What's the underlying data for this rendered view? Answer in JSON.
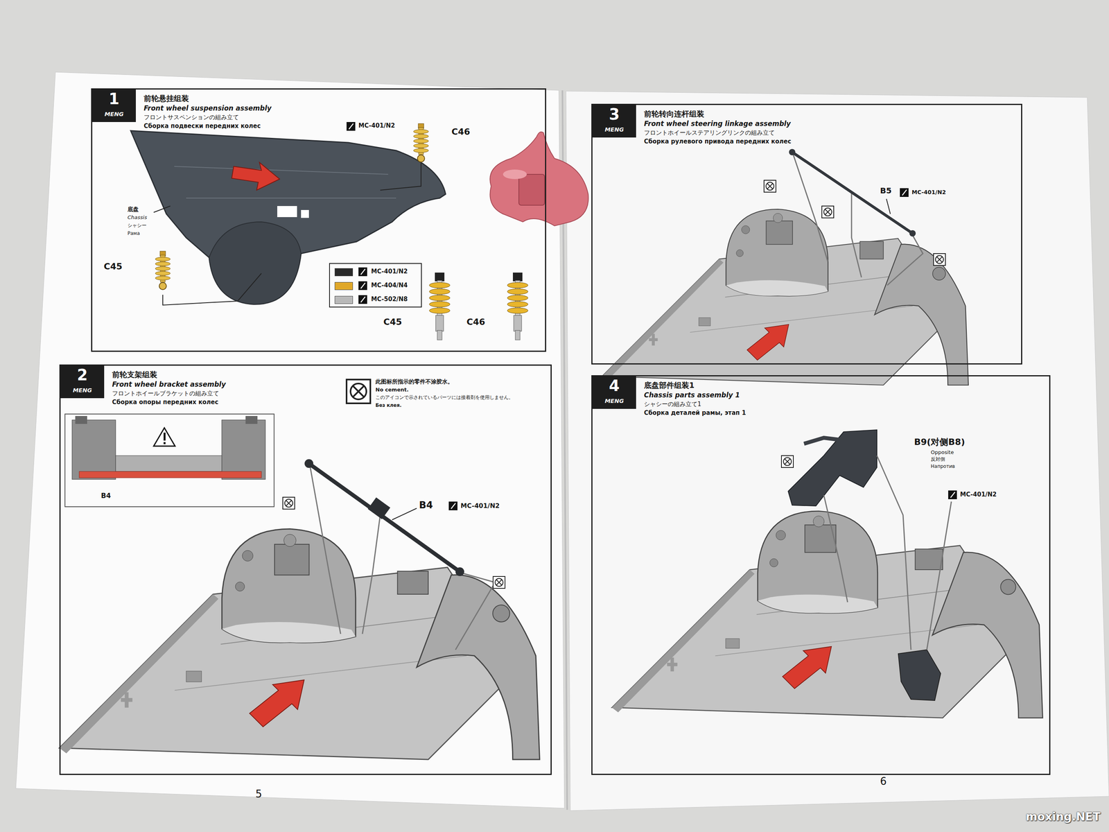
{
  "diagram": {
    "nodes": [
      {
        "text": [
          "前轮悬挂组装",
          "Front wheel suspension assembly",
          "フロントサスペンションの組み立て",
          "Сборка подвески передних колес"
        ]
      },
      {
        "text": [
          "1",
          "MENG"
        ],
        "in": 0
      },
      {
        "text": [
          "前轮支架组装",
          "Front wheel bracket assembly",
          "フロントホイールブラケットの組み立て",
          "Сборка опоры передних колес"
        ]
      },
      {
        "text": [
          "2",
          "MENG"
        ],
        "in": 2
      },
      {
        "text": [
          "B4"
        ],
        "in": 2
      },
      {
        "text": [
          "前轮转向连杆组装",
          "Front wheel steering linkage assembly",
          "フロントホイールステアリングリンクの組み立て",
          "Сборка рулевого привода передних колес"
        ]
      },
      {
        "text": [
          "3",
          "MENG"
        ],
        "in": 5
      },
      {
        "text": [
          "底盘部件组装1",
          "Chassis parts assembly 1",
          "シャシーの組み立て1",
          "Сборка деталей рамы, этап 1"
        ]
      },
      {
        "text": [
          "4",
          "MENG"
        ],
        "in": 7
      }
    ],
    "labels": [
      "MC-401/N2",
      "C46",
      "C45",
      "底盘",
      "Chassis",
      "シャシー",
      "Рама",
      "C45",
      "C46",
      "B4",
      "MC-401/N2",
      "此图标所指示的零件不涂胶水。",
      "No cement.",
      "このアイコンで示されているパーツには接着剤を使用しません。",
      "Без клея.",
      "B5",
      "MC-401/N2",
      "B9(对侧B8)",
      "Opposite",
      "反対側",
      "Напротив",
      "MC-401/N2",
      "5",
      "6",
      "moxing.NET"
    ],
    "legend": [
      {
        "text": "MC-401/N2",
        "color": "#2a2a2a"
      },
      {
        "text": "MC-404/N4",
        "color": "#e0a82a"
      },
      {
        "text": "MC-502/N8",
        "color": "#b9b9b9"
      }
    ]
  }
}
